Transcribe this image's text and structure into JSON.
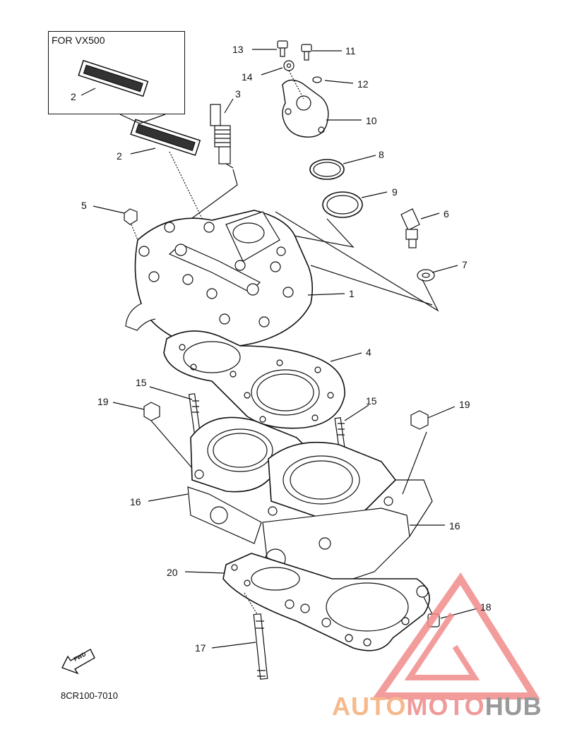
{
  "inset": {
    "title": "FOR VX500"
  },
  "diagram_code": "8CR100-7010",
  "fwd_label": "FWD",
  "callouts": [
    {
      "id": "13",
      "label": "13"
    },
    {
      "id": "11",
      "label": "11"
    },
    {
      "id": "14",
      "label": "14"
    },
    {
      "id": "12",
      "label": "12"
    },
    {
      "id": "3",
      "label": "3"
    },
    {
      "id": "10",
      "label": "10"
    },
    {
      "id": "2a",
      "label": "2"
    },
    {
      "id": "2b",
      "label": "2"
    },
    {
      "id": "8",
      "label": "8"
    },
    {
      "id": "9",
      "label": "9"
    },
    {
      "id": "5",
      "label": "5"
    },
    {
      "id": "6",
      "label": "6"
    },
    {
      "id": "7",
      "label": "7"
    },
    {
      "id": "1",
      "label": "1"
    },
    {
      "id": "4",
      "label": "4"
    },
    {
      "id": "15a",
      "label": "15"
    },
    {
      "id": "15b",
      "label": "15"
    },
    {
      "id": "19a",
      "label": "19"
    },
    {
      "id": "19b",
      "label": "19"
    },
    {
      "id": "16a",
      "label": "16"
    },
    {
      "id": "16b",
      "label": "16"
    },
    {
      "id": "20",
      "label": "20"
    },
    {
      "id": "18",
      "label": "18"
    },
    {
      "id": "17",
      "label": "17"
    }
  ],
  "watermark": {
    "part1": "AUTO",
    "part2": "MOTO",
    "part3": "HUB",
    "colors": {
      "auto": "#f6b98c",
      "moto": "#f09a99",
      "hub": "#9a9a9a",
      "triangle": "#f28b8b"
    }
  }
}
